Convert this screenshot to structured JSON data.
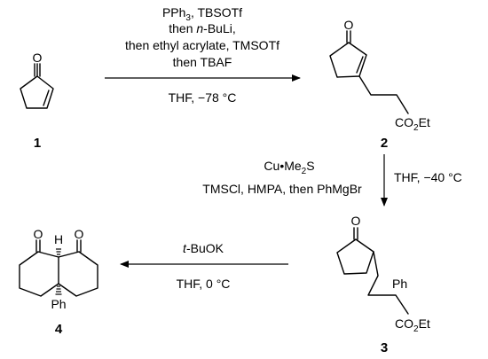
{
  "compounds": [
    {
      "id": "1",
      "atoms": [
        "O"
      ]
    },
    {
      "id": "2",
      "atoms": [
        "O"
      ],
      "ester": {
        "main": "CO",
        "sub": "2",
        "tail": "Et"
      }
    },
    {
      "id": "3",
      "atoms": [
        "O",
        "Ph"
      ],
      "ester": {
        "main": "CO",
        "sub": "2",
        "tail": "Et"
      }
    },
    {
      "id": "4",
      "atoms": [
        "O",
        "H",
        "O",
        "Ph"
      ]
    }
  ],
  "steps": [
    {
      "above": [
        {
          "parts": [
            {
              "t": "PPh"
            },
            {
              "t": "3",
              "sub": true
            },
            {
              "t": ", TBSOTf"
            }
          ]
        },
        {
          "parts": [
            {
              "t": "then "
            },
            {
              "t": "n",
              "italic": true
            },
            {
              "t": "-BuLi,"
            }
          ]
        },
        {
          "parts": [
            {
              "t": "then ethyl acrylate, TMSOTf"
            }
          ]
        },
        {
          "parts": [
            {
              "t": "then TBAF"
            }
          ]
        }
      ],
      "below": [
        {
          "parts": [
            {
              "t": "THF, −78 °C"
            }
          ]
        }
      ]
    },
    {
      "left": [
        {
          "parts": [
            {
              "t": "Cu•Me"
            },
            {
              "t": "2",
              "sub": true
            },
            {
              "t": "S"
            }
          ]
        },
        {
          "parts": [
            {
              "t": "TMSCl, HMPA, then PhMgBr"
            }
          ]
        }
      ],
      "right": [
        {
          "parts": [
            {
              "t": "THF, −40 °C"
            }
          ]
        }
      ]
    },
    {
      "above": [
        {
          "parts": [
            {
              "t": "t",
              "italic": true
            },
            {
              "t": "-BuOK"
            }
          ]
        }
      ],
      "below": [
        {
          "parts": [
            {
              "t": "THF, 0 °C"
            }
          ]
        }
      ]
    }
  ]
}
